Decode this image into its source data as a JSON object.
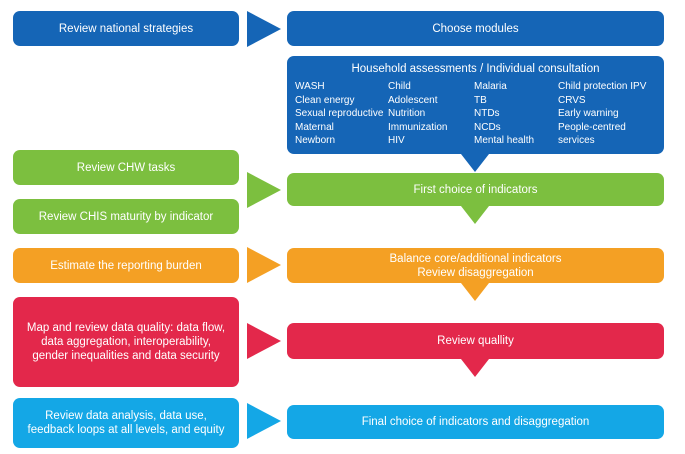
{
  "left": {
    "review_national": "Review national strategies",
    "review_chw": "Review CHW tasks",
    "review_chis": "Review CHIS maturity by indicator",
    "estimate_burden": "Estimate the reporting burden",
    "map_review": [
      "Map and review data quality: data flow,",
      "data aggregation, interoperability,",
      "gender inequalities and data security"
    ],
    "review_analysis": [
      "Review data analysis, data use,",
      "feedback loops at all levels, and equity"
    ]
  },
  "right": {
    "choose_modules": "Choose modules",
    "household_title": "Household assessments / Individual consultation",
    "modules": [
      [
        "WASH",
        "Clean energy",
        "Sexual reproductive",
        "Maternal",
        "Newborn"
      ],
      [
        "Child",
        "Adolescent",
        "Nutrition",
        "Immunization",
        "HIV"
      ],
      [
        "Malaria",
        "TB",
        "NTDs",
        "NCDs",
        "Mental health"
      ],
      [
        "Child protection IPV",
        "CRVS",
        "Early warning",
        "People-centred",
        "services"
      ]
    ],
    "first_choice": "First choice of indicators",
    "balance": [
      "Balance core/additional indicators",
      "Review disaggregation"
    ],
    "review_quality": "Review quallity",
    "final_choice": "Final choice of indicators and disaggregation"
  },
  "colors": {
    "blue": "#1565b6",
    "green": "#7cbf3f",
    "orange": "#f4a024",
    "red": "#e3284b",
    "cyan": "#14a7e6"
  }
}
